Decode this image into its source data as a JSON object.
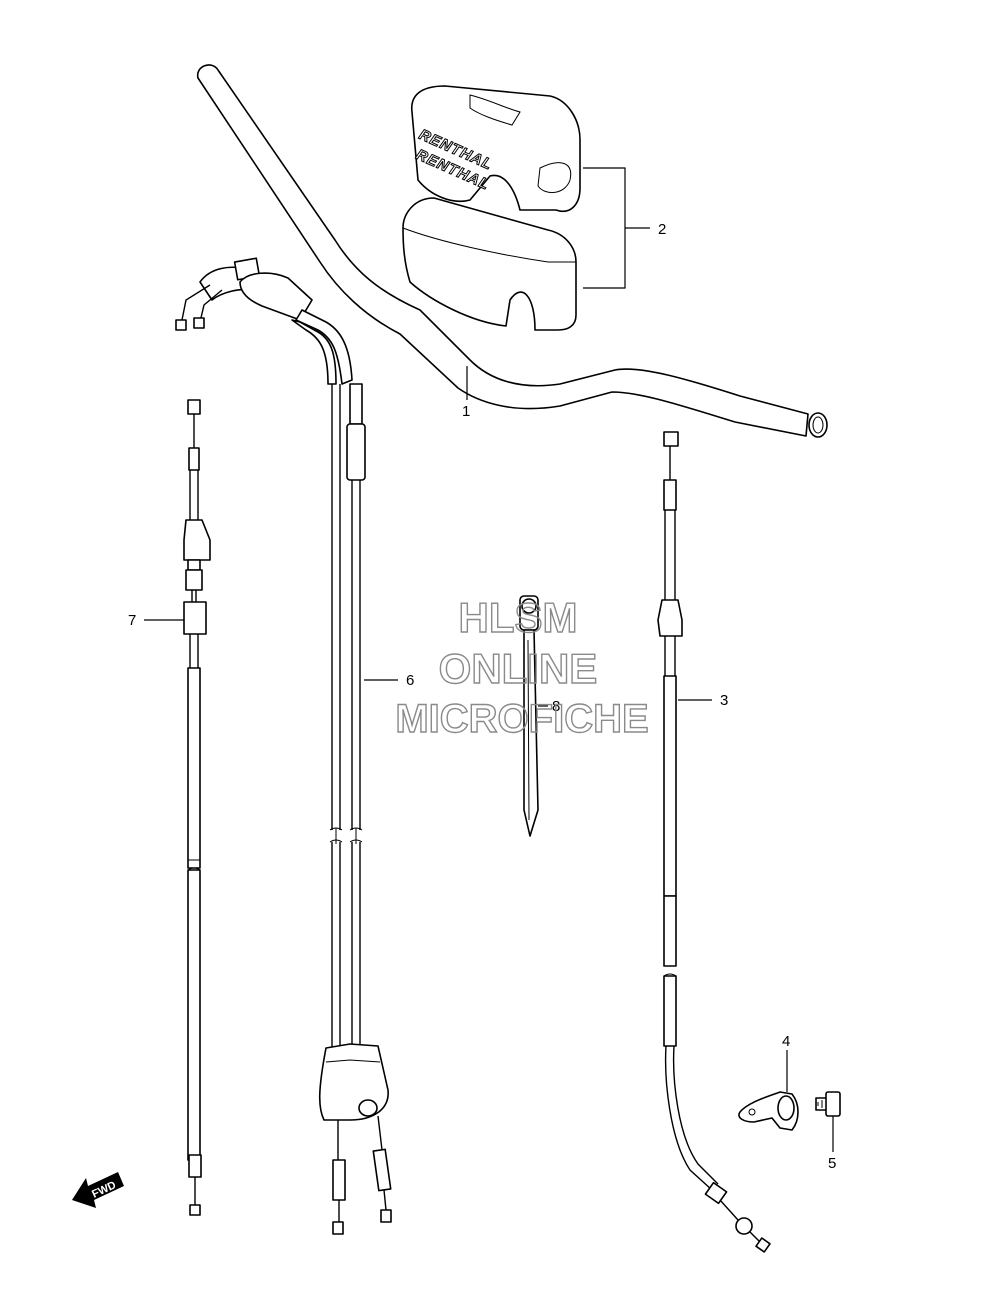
{
  "callouts": [
    {
      "id": "1",
      "text": "1"
    },
    {
      "id": "2",
      "text": "2"
    },
    {
      "id": "3",
      "text": "3"
    },
    {
      "id": "4",
      "text": "4"
    },
    {
      "id": "5",
      "text": "5"
    },
    {
      "id": "6",
      "text": "6"
    },
    {
      "id": "7",
      "text": "7"
    },
    {
      "id": "8",
      "text": "8"
    }
  ],
  "pad_brand": "RENTHAL",
  "watermark": {
    "line1": "HLSM",
    "line2": "ONLINE",
    "line3": "MICROFICHE"
  },
  "fwd_label": "FWD",
  "colors": {
    "line": "#000000",
    "background": "#ffffff",
    "watermark": "#8a8a8a"
  }
}
